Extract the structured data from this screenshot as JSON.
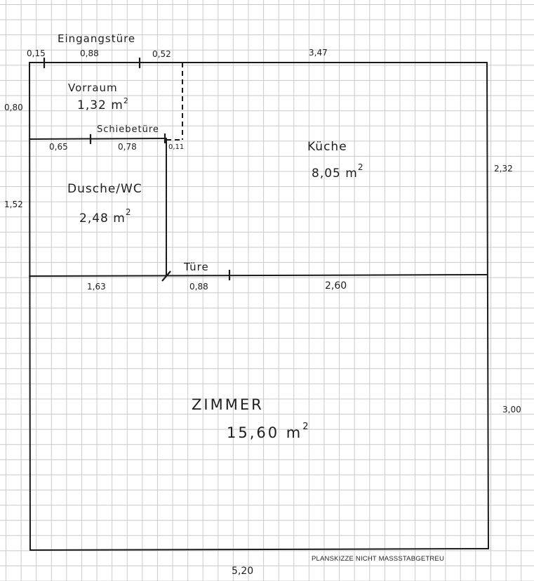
{
  "rooms": {
    "vorraum": {
      "name": "Vorraum",
      "area": "1,32 m",
      "exp": "2"
    },
    "kueche": {
      "name": "Küche",
      "area": "8,05 m",
      "exp": "2"
    },
    "dusche": {
      "name": "Dusche/WC",
      "area": "2,48 m",
      "exp": "2"
    },
    "zimmer": {
      "name": "ZIMMER",
      "area": "15,60 m",
      "exp": "2"
    }
  },
  "doors": {
    "eingang": "Eingangstüre",
    "schiebe": "Schiebetüre",
    "tuere": "Türe"
  },
  "dims": {
    "top_015": "0,15",
    "top_088": "0,88",
    "top_052": "0,52",
    "top_347": "3,47",
    "left_080": "0,80",
    "left_152": "1,52",
    "right_232": "2,32",
    "right_300": "3,00",
    "bottom_520": "5,20",
    "mid_065": "0,65",
    "mid_078": "0,78",
    "mid_011": "0,11",
    "low_163": "1,63",
    "low_088": "0,88",
    "low_260": "2,60"
  },
  "note": "PLANSKIZZE NICHT MASSSTABGETREU"
}
